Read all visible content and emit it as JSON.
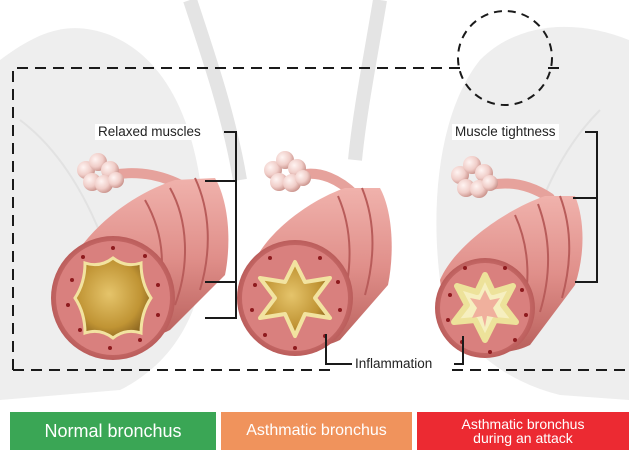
{
  "labels": {
    "relaxed": "Relaxed muscles",
    "tightness": "Muscle tightness",
    "inflammation": "Inflammation"
  },
  "panels": [
    {
      "text": "Normal bronchus",
      "color": "#3aa655"
    },
    {
      "text": "Asthmatic bronchus",
      "color": "#f0935c"
    },
    {
      "line1": "Asthmatic bronchus",
      "line2": "during an attack",
      "color": "#ec2a32"
    }
  ],
  "colors": {
    "tissue": "#e89a95",
    "tissue_dark": "#b85c5a",
    "lumen": "#c49a3b",
    "mucosa": "#f7edb0",
    "alveoli": "#f3d4d0",
    "background": "#f2f2f2"
  },
  "icons": [
    "bronchus-normal",
    "bronchus-asthmatic",
    "bronchus-attack",
    "alveoli-cluster",
    "lungs-outline",
    "zoom-circle"
  ]
}
